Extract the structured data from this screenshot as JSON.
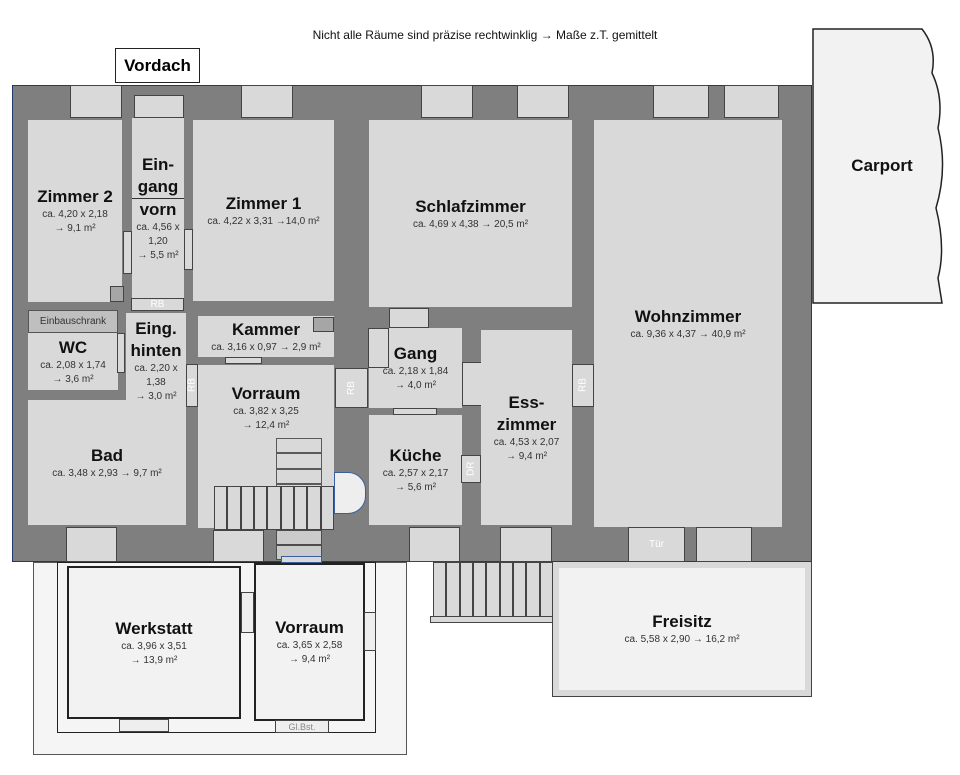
{
  "note": "Nicht alle Räume sind präzise rechtwinklig → Maße z.T. gemittelt",
  "labels": {
    "vordach": "Vordach",
    "carport": "Carport",
    "einbauschrank": "Einbauschrank",
    "rb": "RB",
    "dr": "DR",
    "tuer": "Tür",
    "glbst": "Gl.Bst."
  },
  "rooms": {
    "zimmer2": {
      "name": "Zimmer 2",
      "dims": "ca. 4,20 x 2,18",
      "area": "→ 9,1 m²"
    },
    "eingang_vorn": {
      "name1": "Ein-",
      "name2": "gang",
      "name3": "vorn",
      "dims1": "ca. 4,56 x",
      "dims2": "1,20",
      "area": "→ 5,5 m²"
    },
    "zimmer1": {
      "name": "Zimmer 1",
      "dims": "ca. 4,22 x 3,31 →14,0 m²"
    },
    "schlafzimmer": {
      "name": "Schlafzimmer",
      "dims": "ca. 4,69 x 4,38 → 20,5 m²"
    },
    "wohnzimmer": {
      "name": "Wohnzimmer",
      "dims": "ca. 9,36 x 4,37 → 40,9 m²"
    },
    "wc": {
      "name": "WC",
      "dims": "ca. 2,08 x 1,74",
      "area": "→ 3,6 m²"
    },
    "eing_hinten": {
      "name1": "Eing.",
      "name2": "hinten",
      "dims1": "ca. 2,20 x",
      "dims2": "1,38",
      "area": "→ 3,0 m²"
    },
    "kammer": {
      "name": "Kammer",
      "dims": "ca. 3,16 x 0,97 → 2,9 m²"
    },
    "vorraum": {
      "name": "Vorraum",
      "dims": "ca. 3,82 x 3,25",
      "area": "→ 12,4 m²"
    },
    "gang": {
      "name": "Gang",
      "dims": "ca. 2,18 x 1,84",
      "area": "→ 4,0 m²"
    },
    "esszimmer": {
      "name1": "Ess-",
      "name2": "zimmer",
      "dims": "ca. 4,53 x 2,07",
      "area": "→ 9,4 m²"
    },
    "bad": {
      "name": "Bad",
      "dims": "ca. 3,48 x 2,93 → 9,7 m²"
    },
    "kueche": {
      "name": "Küche",
      "dims": "ca. 2,57 x 2,17",
      "area": "→ 5,6 m²"
    },
    "werkstatt": {
      "name": "Werkstatt",
      "dims": "ca. 3,96 x 3,51",
      "area": "→ 13,9 m²"
    },
    "vorraum2": {
      "name": "Vorraum",
      "dims": "ca. 3,65 x 2,58",
      "area": "→ 9,4 m²"
    },
    "freisitz": {
      "name": "Freisitz",
      "dims": "ca. 5,58 x 2,90 → 16,2 m²"
    }
  }
}
